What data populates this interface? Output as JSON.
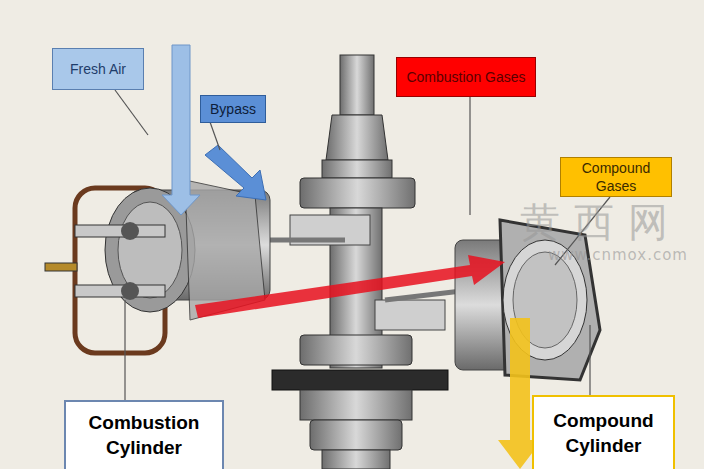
{
  "diagram": {
    "nodes": [
      {
        "text": [
          "Fresh Air"
        ]
      },
      {
        "text": [
          "Bypass"
        ]
      },
      {
        "text": [
          "Combustion Gases"
        ]
      },
      {
        "text": [
          "Compound Gases"
        ]
      },
      {
        "text": [
          "Combustion Cylinder"
        ]
      },
      {
        "text": [
          "Compound Cylinder"
        ]
      }
    ],
    "labels": [
      "黄西网",
      "www.cnmox.com"
    ]
  }
}
